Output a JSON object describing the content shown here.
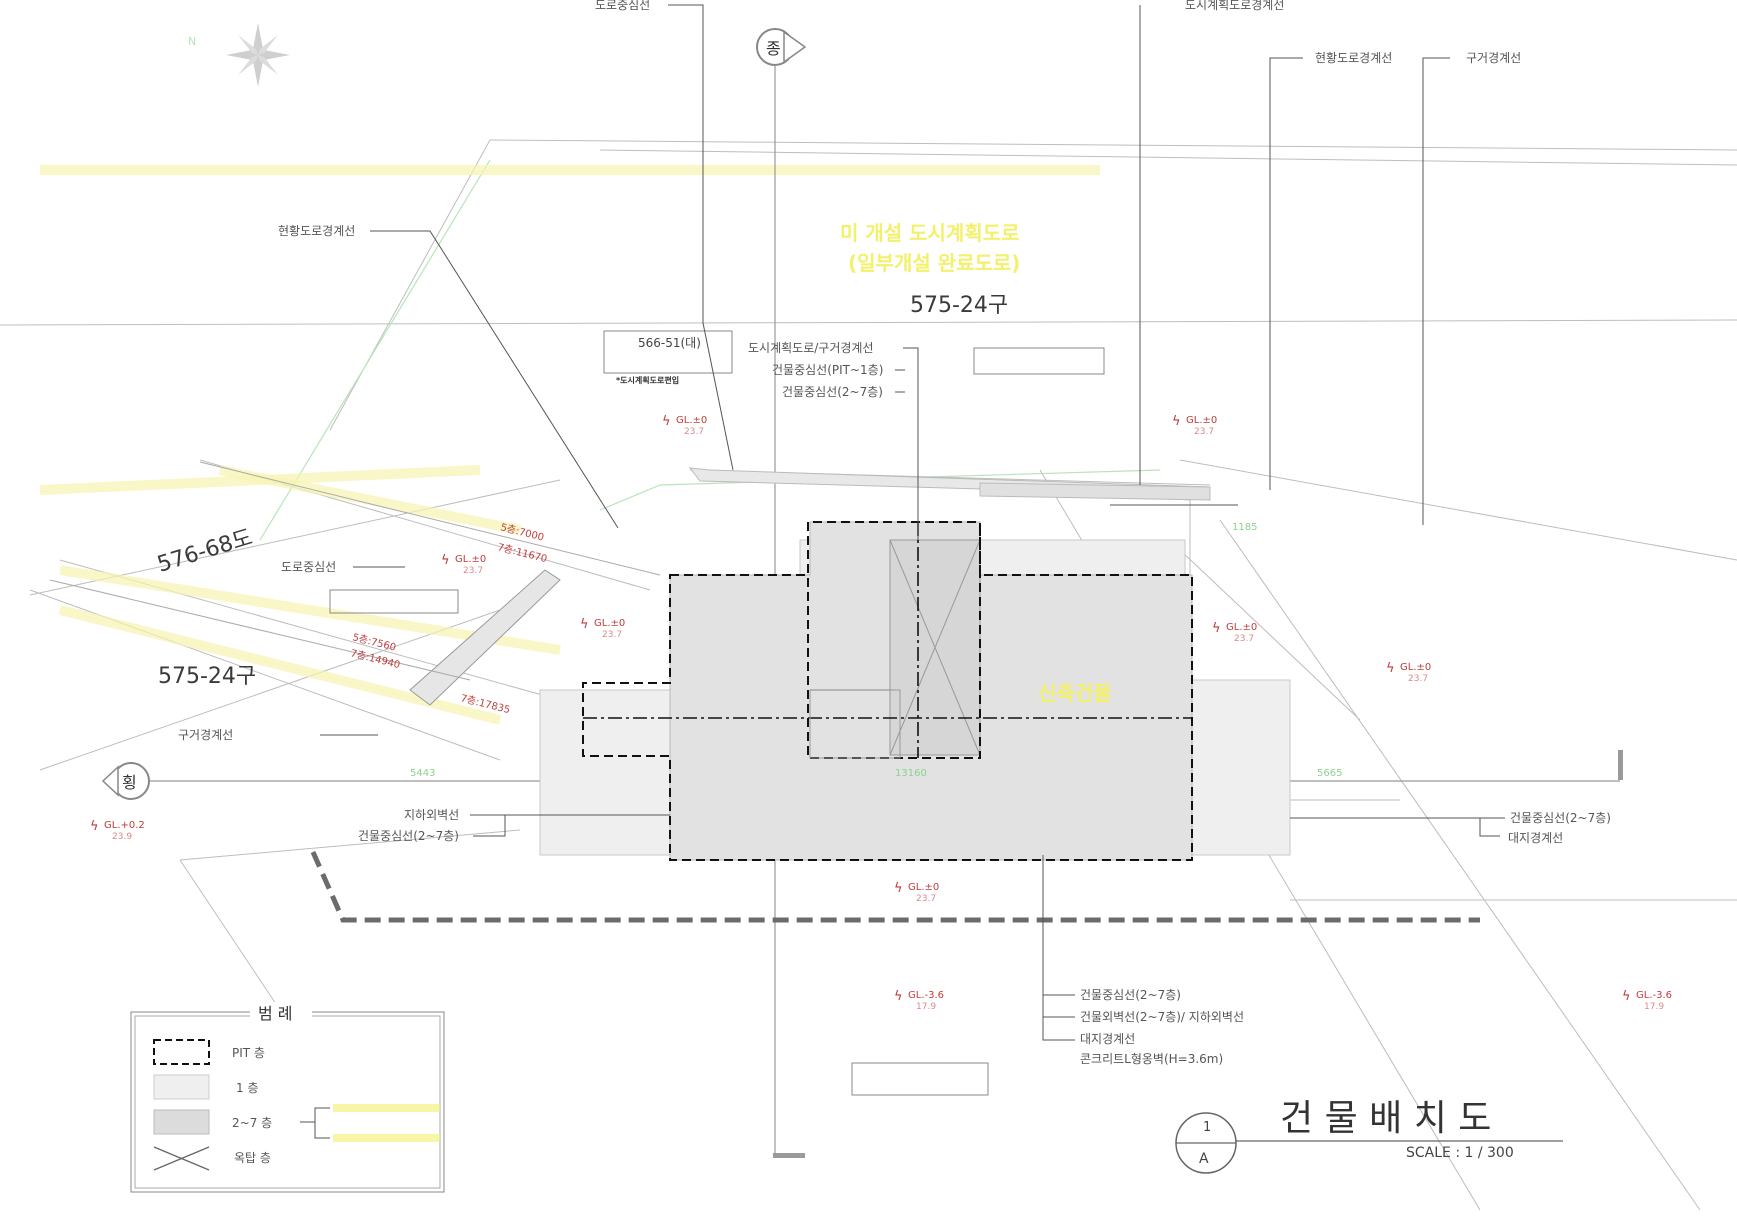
{
  "title": {
    "main": "건 물 배 치 도",
    "scale": "SCALE : 1 / 300",
    "ref_number": "1",
    "ref_letter": "A"
  },
  "markers": {
    "north": "종",
    "west": "횡"
  },
  "lot_labels": {
    "lot_575_24_top": "575-24구",
    "lot_576_68": "576-68도",
    "lot_575_24_left": "575-24구",
    "lot_566_51": "566-51(대)",
    "lot_566_51_note": "*도시계획도로편입"
  },
  "yellow_notes": {
    "road_line1": "미 개설 도시계획도로",
    "road_line2": "(일부개설 완료도로)",
    "building_name": "신축건물"
  },
  "leaders": {
    "top_center_line": "도로중심선",
    "top_right_plan_road": "도시계획도로경계선",
    "right_current_road": "현황도로경계선",
    "right_old_boundary": "구거경계선",
    "left_current_road": "현황도로경계선",
    "mid_plan_old": "도시계획도로/구거경계선",
    "mid_center_pit": "건물중심선(PIT~1층)",
    "mid_center_2_7": "건물중심선(2~7층)",
    "left_road_center": "도로중심선",
    "left_old_boundary": "구거경계선",
    "left_basement_wall": "지하외벽선",
    "left_center_2_7": "건물중심선(2~7층)",
    "right_center_2_7": "건물중심선(2~7층)",
    "right_site_boundary": "대지경계선",
    "bottom_center_2_7": "건물중심선(2~7층)",
    "bottom_outer_wall": "건물외벽선(2~7층)/ 지하외벽선",
    "bottom_site_boundary": "대지경계선",
    "bottom_retaining_wall": "콘크리트L형옹벽(H=3.6m)"
  },
  "setbacks": {
    "left_5f": "5층:7000",
    "left_7f": "7층:11670",
    "lower_5f": "5층:7560",
    "lower_7f": "7층:14940",
    "lower_7f_b": "7층:17835"
  },
  "green_dims": {
    "right_top": "1185",
    "left_axis": "5443",
    "mid_axis": "13160",
    "right_axis": "5665"
  },
  "elevations": [
    {
      "gl": "GL.±0",
      "sub": "23.7"
    },
    {
      "gl": "GL.±0",
      "sub": "23.7"
    },
    {
      "gl": "GL.±0",
      "sub": "23.7"
    },
    {
      "gl": "GL.±0",
      "sub": "23.7"
    },
    {
      "gl": "GL.±0",
      "sub": "23.7"
    },
    {
      "gl": "GL.±0",
      "sub": "23.7"
    },
    {
      "gl": "GL.+0.2",
      "sub": "23.9"
    },
    {
      "gl": "GL.±0",
      "sub": "23.7"
    },
    {
      "gl": "GL.-3.6",
      "sub": "17.9"
    },
    {
      "gl": "GL.-3.6",
      "sub": "17.9"
    }
  ],
  "legend": {
    "title": "범 례",
    "items": [
      {
        "label": "PIT  층"
      },
      {
        "label": "1  층"
      },
      {
        "label": "2~7 층"
      },
      {
        "label": "옥탑 층"
      }
    ]
  }
}
